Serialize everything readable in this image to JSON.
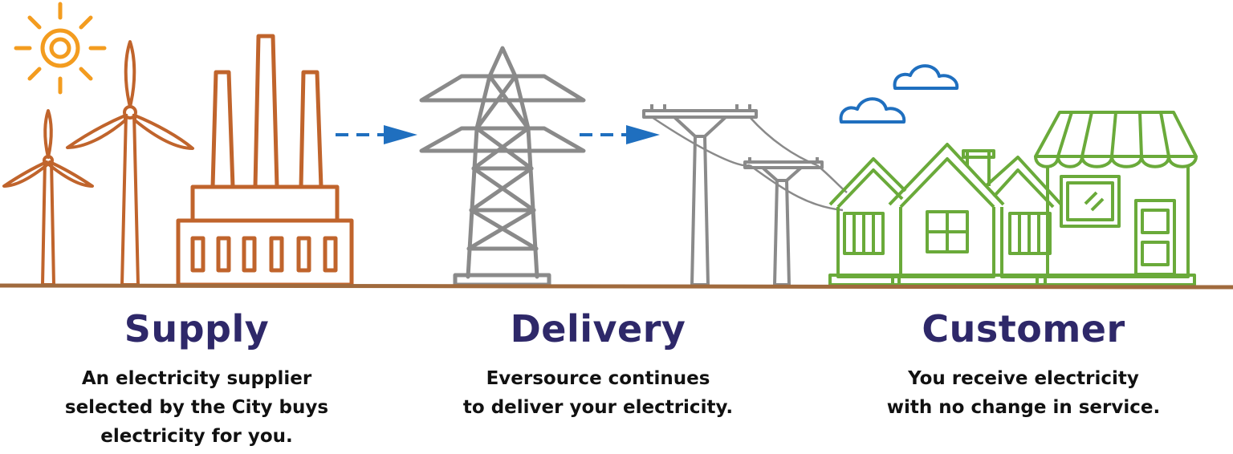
{
  "colors": {
    "supply": "#c0642c",
    "sun": "#f39c1f",
    "delivery": "#8a8a8a",
    "customer": "#6aaa3a",
    "cloud": "#1f6fbf",
    "arrow": "#1f6fbf",
    "ground": "#a06a3d",
    "heading": "#2e2869"
  },
  "sections": [
    {
      "heading": "Supply",
      "lines": [
        "An electricity supplier",
        "selected by the City buys",
        "electricity for you."
      ]
    },
    {
      "heading": "Delivery",
      "lines": [
        "Eversource continues",
        "to deliver your electricity."
      ]
    },
    {
      "heading": "Customer",
      "lines": [
        "You receive electricity",
        "with no change in service."
      ]
    }
  ]
}
